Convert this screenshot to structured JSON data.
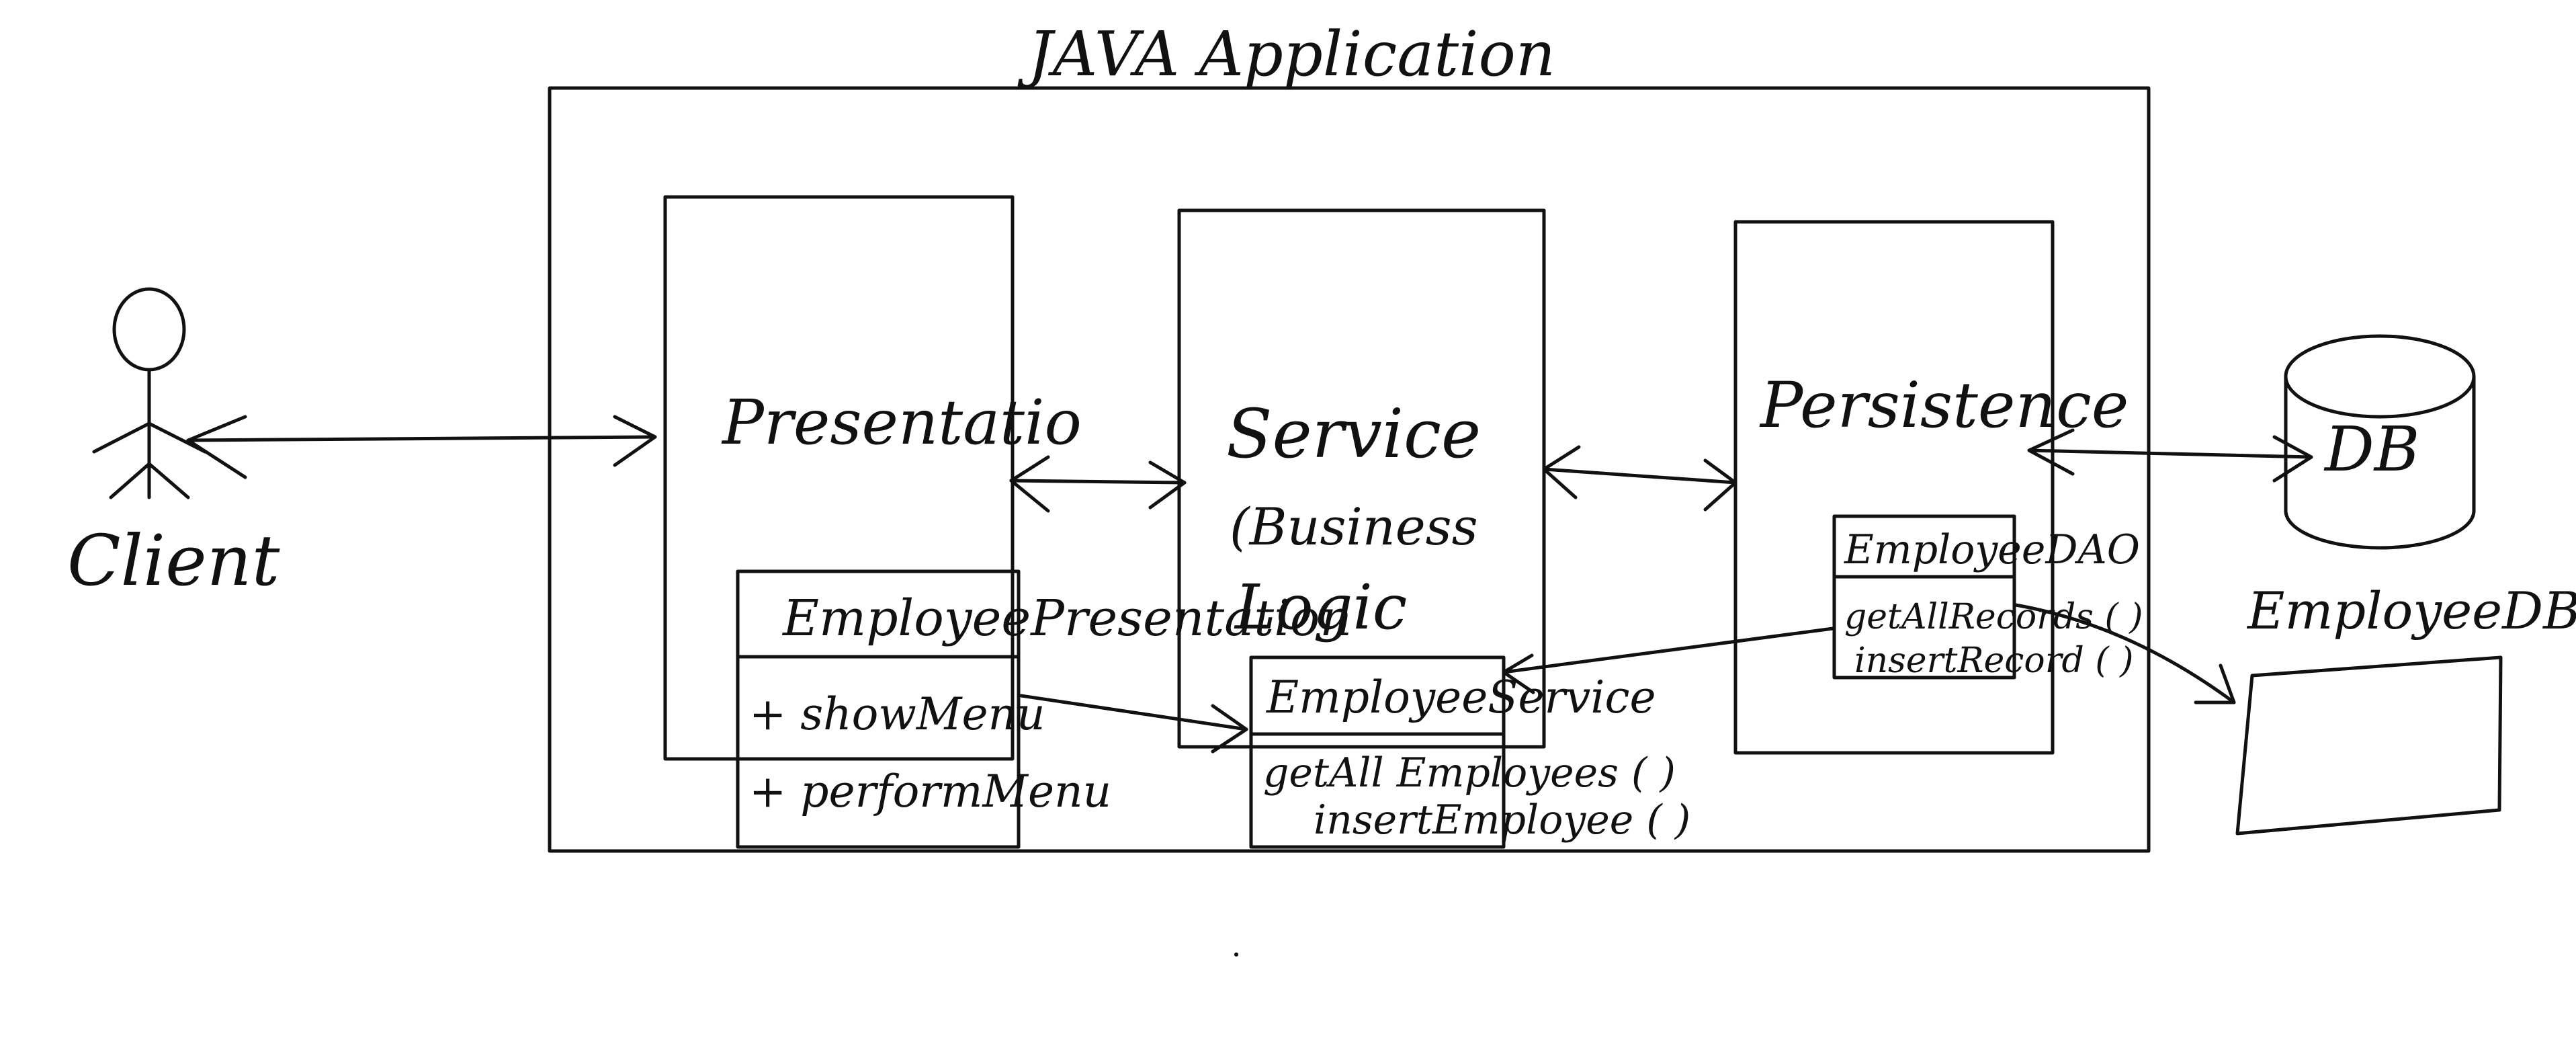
{
  "title": "JAVA Application",
  "actor": {
    "label": "Client"
  },
  "layers": {
    "presentation": "Presentatio",
    "service": [
      "Service",
      "(Business",
      "Logic"
    ],
    "persistence": "Persistence"
  },
  "classes": {
    "presentation": {
      "name": "EmployeePresentation",
      "methods": [
        "+ showMenu",
        "+ performMenu"
      ]
    },
    "service": {
      "name": "EmployeeService",
      "methods": [
        "getAll Employees ( )",
        "insertEmployee ( )"
      ]
    },
    "persistence": {
      "name": "EmployeeDAO",
      "methods": [
        "getAllRecords ( )",
        "insertRecord ( )"
      ]
    }
  },
  "database": {
    "label": "DB",
    "name": "EmployeeDB"
  }
}
